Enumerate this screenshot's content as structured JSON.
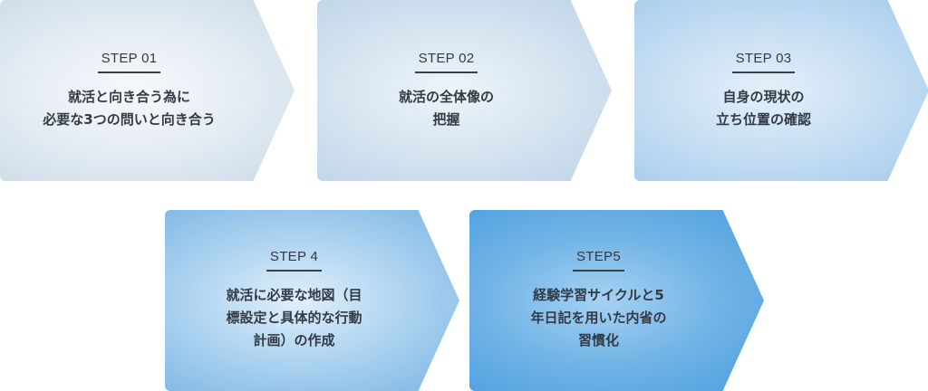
{
  "steps": [
    {
      "label": "STEP 01",
      "lines": [
        "就活と向き合う為に",
        "必要な3つの問いと向き合う"
      ]
    },
    {
      "label": "STEP 02",
      "lines": [
        "就活の全体像の",
        "把握"
      ]
    },
    {
      "label": "STEP 03",
      "lines": [
        "自身の現状の",
        "立ち位置の確認"
      ]
    },
    {
      "label": "STEP 4",
      "lines": [
        "就活に必要な地図（目",
        "標設定と具体的な行動",
        "計画）の作成"
      ]
    },
    {
      "label": "STEP5",
      "lines": [
        "経験学習サイクルと5",
        "年日記を用いた内省の",
        "習慣化"
      ]
    }
  ]
}
